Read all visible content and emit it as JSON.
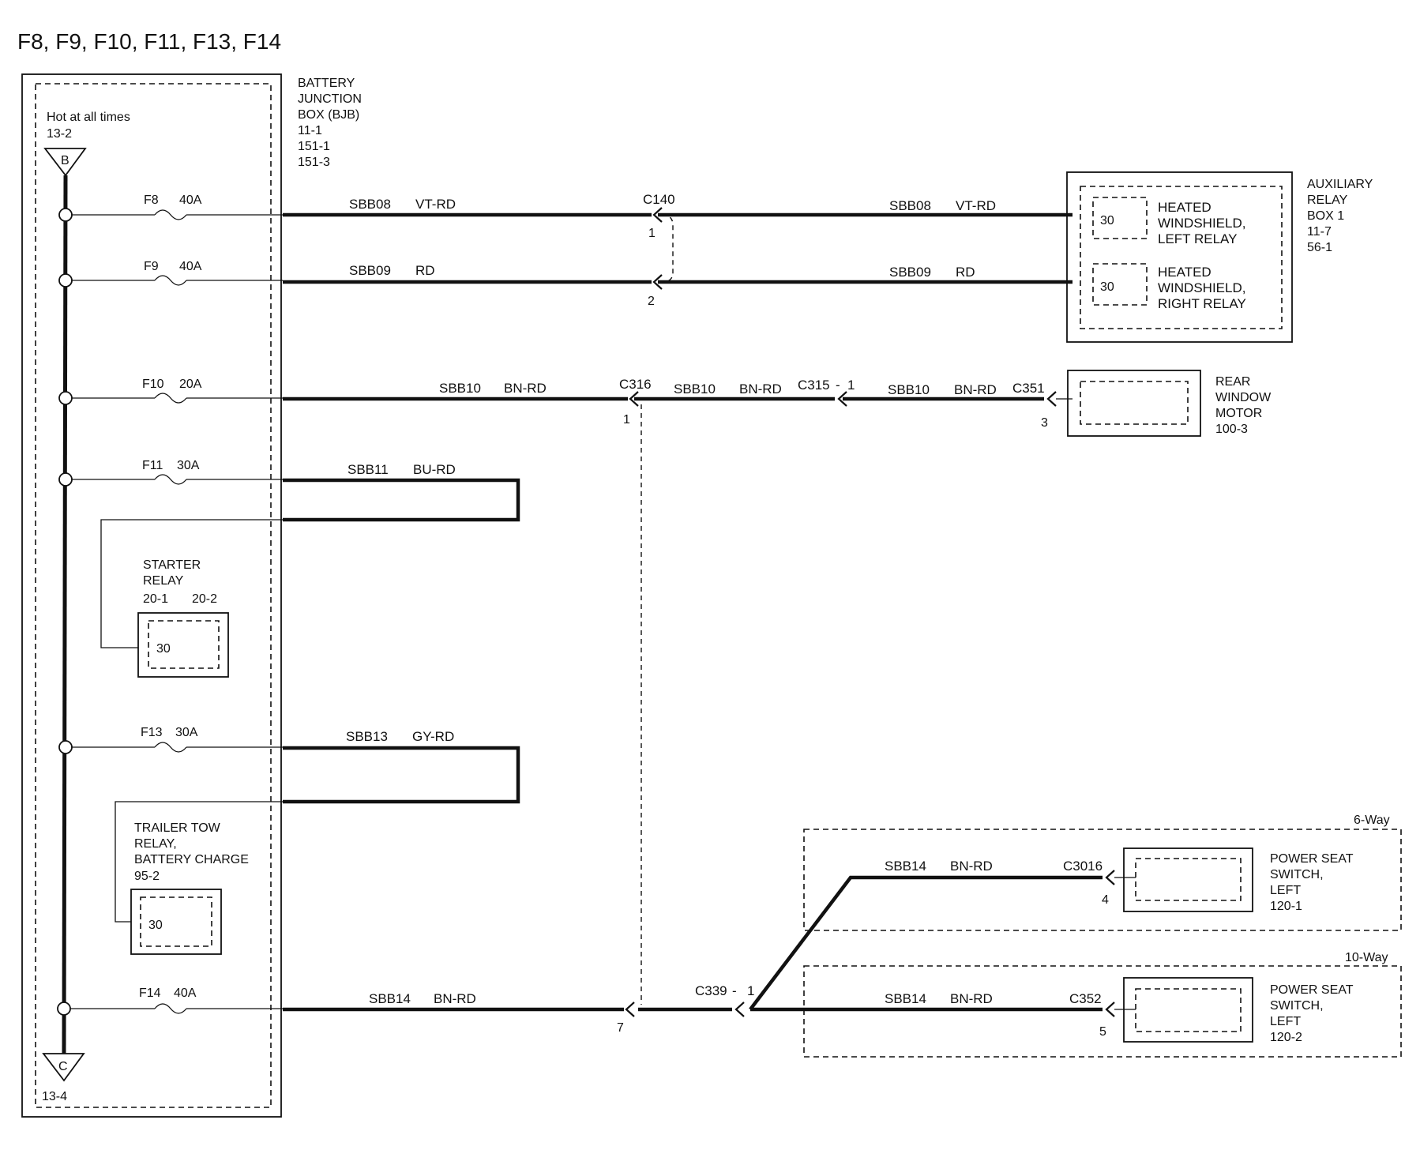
{
  "title": "F8, F9, F10, F11, F13, F14",
  "bjb": {
    "name_lines": [
      "BATTERY",
      "JUNCTION",
      "BOX (BJB)"
    ],
    "refs": [
      "11-1",
      "151-1",
      "151-3"
    ],
    "hot_label": "Hot at all times",
    "hot_ref": "13-2",
    "bus_top_symbol": "B",
    "bus_bottom_symbol": "C",
    "bus_bottom_ref": "13-4"
  },
  "fuses": [
    {
      "name": "F8",
      "rating": "40A"
    },
    {
      "name": "F9",
      "rating": "40A"
    },
    {
      "name": "F10",
      "rating": "20A"
    },
    {
      "name": "F11",
      "rating": "30A"
    },
    {
      "name": "F13",
      "rating": "30A"
    },
    {
      "name": "F14",
      "rating": "40A"
    }
  ],
  "wires": {
    "f8_left": {
      "circuit": "SBB08",
      "color": "VT-RD"
    },
    "f8_right": {
      "circuit": "SBB08",
      "color": "VT-RD"
    },
    "f9_left": {
      "circuit": "SBB09",
      "color": "RD"
    },
    "f9_right": {
      "circuit": "SBB09",
      "color": "RD"
    },
    "f10_a": {
      "circuit": "SBB10",
      "color": "BN-RD"
    },
    "f10_b": {
      "circuit": "SBB10",
      "color": "BN-RD"
    },
    "f10_c": {
      "circuit": "SBB10",
      "color": "BN-RD"
    },
    "f11": {
      "circuit": "SBB11",
      "color": "BU-RD"
    },
    "f13": {
      "circuit": "SBB13",
      "color": "GY-RD"
    },
    "f14_left": {
      "circuit": "SBB14",
      "color": "BN-RD"
    },
    "f14_6way": {
      "circuit": "SBB14",
      "color": "BN-RD"
    },
    "f14_10way": {
      "circuit": "SBB14",
      "color": "BN-RD"
    }
  },
  "connectors": {
    "c140": {
      "name": "C140",
      "pins": [
        "1",
        "2"
      ]
    },
    "c316": {
      "name": "C316",
      "pins": [
        "1",
        "7"
      ]
    },
    "c315": {
      "name": "C315",
      "sep": "-",
      "pin": "1"
    },
    "c351": {
      "name": "C351",
      "pin": "3"
    },
    "c339": {
      "name": "C339",
      "sep": "-",
      "pin": "1"
    },
    "c3016": {
      "name": "C3016",
      "pin": "4"
    },
    "c352": {
      "name": "C352",
      "pin": "5"
    }
  },
  "components": {
    "aux_relay_box": {
      "lines": [
        "AUXILIARY",
        "RELAY",
        "BOX 1"
      ],
      "refs": [
        "11-7",
        "56-1"
      ]
    },
    "hw_left_relay": {
      "lines": [
        "HEATED",
        "WINDSHIELD,",
        "LEFT RELAY"
      ],
      "pin": "30"
    },
    "hw_right_relay": {
      "lines": [
        "HEATED",
        "WINDSHIELD,",
        "RIGHT RELAY"
      ],
      "pin": "30"
    },
    "rear_window_motor": {
      "lines": [
        "REAR",
        "WINDOW",
        "MOTOR"
      ],
      "ref": "100-3"
    },
    "starter_relay": {
      "lines": [
        "STARTER",
        "RELAY"
      ],
      "refs": [
        "20-1",
        "20-2"
      ],
      "pin": "30"
    },
    "trailer_tow_relay": {
      "lines": [
        "TRAILER TOW",
        "RELAY,",
        "BATTERY CHARGE"
      ],
      "ref": "95-2",
      "pin": "30"
    },
    "power_seat_switch_6way": {
      "option": "6-Way",
      "lines": [
        "POWER SEAT",
        "SWITCH,",
        "LEFT"
      ],
      "ref": "120-1"
    },
    "power_seat_switch_10way": {
      "option": "10-Way",
      "lines": [
        "POWER SEAT",
        "SWITCH,",
        "LEFT"
      ],
      "ref": "120-2"
    }
  }
}
